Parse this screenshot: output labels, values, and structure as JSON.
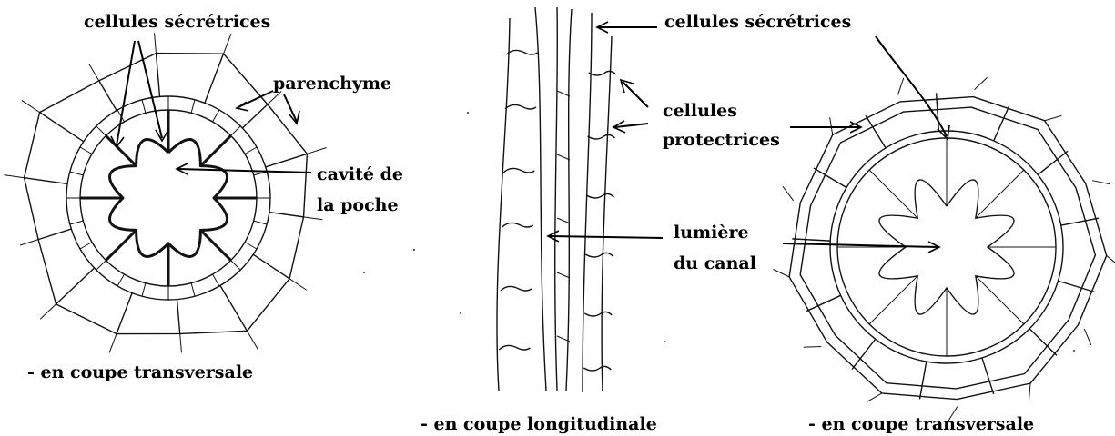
{
  "figures": [
    {
      "caption": "- en coupe transversale",
      "labels": {
        "secretory": "cellules sécrétrices",
        "parenchyma": "parenchyme",
        "cavity_line1": "cavité de",
        "cavity_line2": "la poche"
      }
    },
    {
      "caption": "- en coupe longitudinale",
      "labels": {
        "secretory": "cellules sécrétrices",
        "protective_line1": "cellules",
        "protective_line2": "protectrices",
        "lumen_line1": "lumière",
        "lumen_line2": "du canal"
      }
    },
    {
      "caption": "- en coupe transversale"
    }
  ]
}
